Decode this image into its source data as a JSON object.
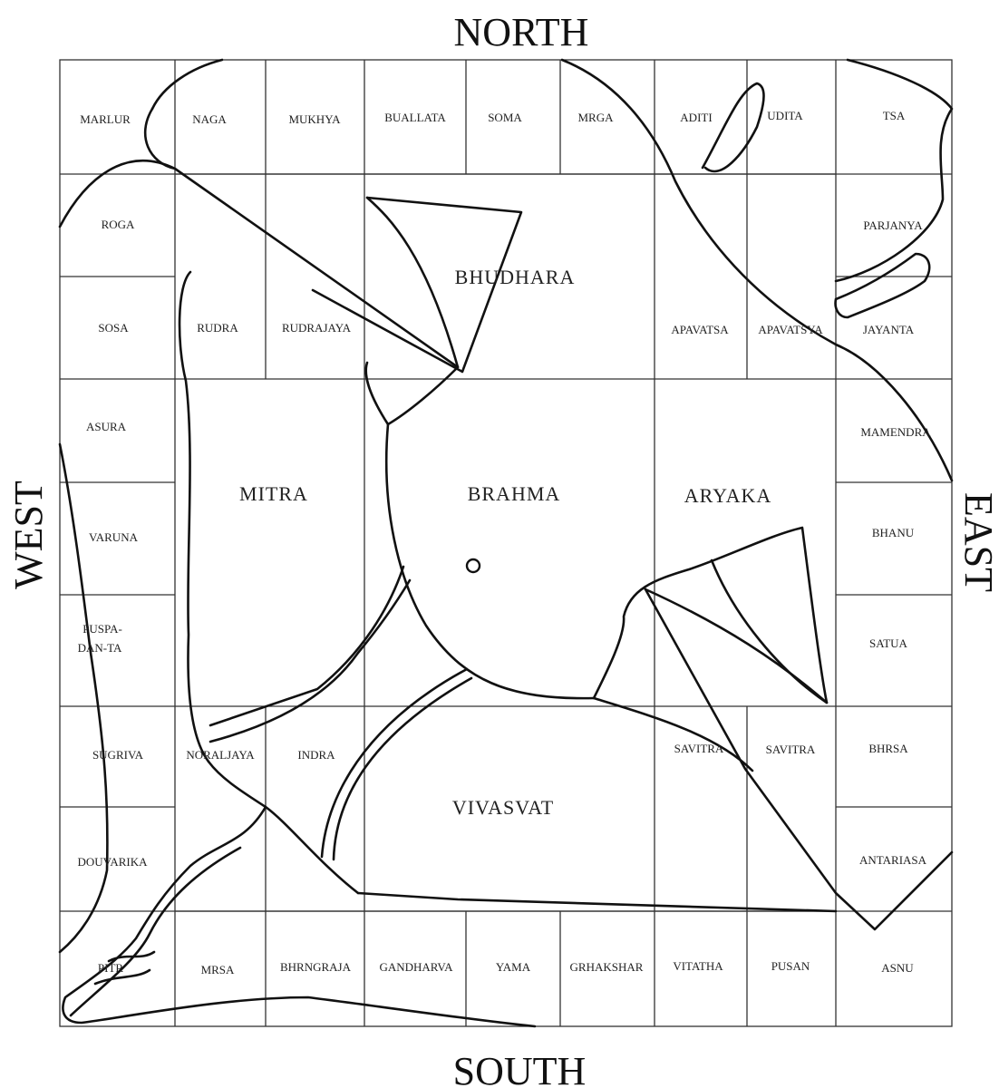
{
  "directions": {
    "north": "NORTH",
    "south": "SOUTH",
    "east": "EAST",
    "west": "WEST"
  },
  "outer": {
    "north": [
      "MARLUR",
      "NAGA",
      "MUKHYA",
      "BUALLATA",
      "SOMA",
      "MRGA",
      "ADITI",
      "UDITA",
      "TSA"
    ],
    "south": [
      "PITR",
      "MRSA",
      "BHRNGRAJA",
      "GANDHARVA",
      "YAMA",
      "GRHAKSHAR",
      "VITATHA",
      "PUSAN",
      "ASNU"
    ],
    "west": [
      "ROGA",
      "SOSA",
      "ASURA",
      "VARUNA",
      "PUSPA-",
      "DAN-TA",
      "SUGRIVA",
      "DOUVARIKA"
    ],
    "east": [
      "PARJANYA",
      "JAYANTA",
      "MAMENDRA",
      "BHANU",
      "SATUA",
      "BHRSA",
      "ANTARIASA"
    ]
  },
  "inner": {
    "rudra": "RUDRA",
    "rudrajaya": "RUDRAJAYA",
    "bhudhara": "BHUDHARA",
    "apavatsa": "APAVATSA",
    "apavatsya": "APAVATSYA",
    "mitra": "MITRA",
    "brahma": "BRAHMA",
    "aryaka": "ARYAKA",
    "noraljaya": "NORALJAYA",
    "indra": "INDRA",
    "vivasvat": "VIVASVAT",
    "savitra1": "SAVITRA",
    "savitra2": "SAVITRA"
  }
}
